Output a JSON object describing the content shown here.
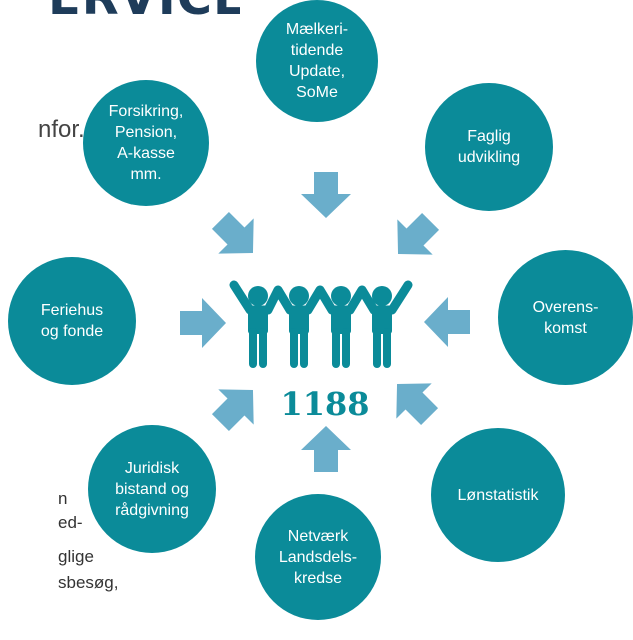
{
  "title": "ERVICE",
  "left_text": {
    "intro": "nfor.",
    "lines": [
      "n",
      "ed-",
      "glige",
      "sbesøg,"
    ]
  },
  "center": {
    "count": "1188",
    "icon": "group-of-people-icon"
  },
  "circles": [
    {
      "label": "Mælkeri-\ntidende\nUpdate,\nSoMe"
    },
    {
      "label": "Faglig\nudvikling"
    },
    {
      "label": "Overens-\nkomst"
    },
    {
      "label": "Lønstatistik"
    },
    {
      "label": "Netværk\nLandsdels-\nkredse"
    },
    {
      "label": "Juridisk\nbistand og\nrådgivning"
    },
    {
      "label": "Feriehus\nog fonde"
    },
    {
      "label": "Forsikring,\nPension,\nA-kasse\nmm."
    }
  ],
  "colors": {
    "circle": "#0b8b99",
    "arrow": "#6aaecb",
    "people": "#0b8b99",
    "title": "#1e3c5a"
  }
}
